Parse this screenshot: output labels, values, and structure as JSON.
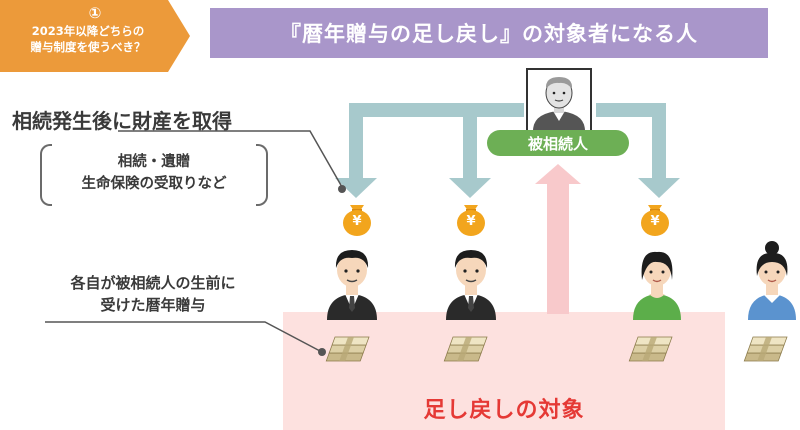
{
  "step": {
    "number": "①",
    "line1": "2023年以降どちらの",
    "line2": "贈与制度を使うべき？"
  },
  "title": "『暦年贈与の足し戻し』の対象者になる人",
  "acquisition": {
    "heading": "相続発生後に財産を取得",
    "detail_line1": "相続・遺贈",
    "detail_line2": "生命保険の受取りなど"
  },
  "gift_note": {
    "line1": "各自が被相続人の生前に",
    "line2": "受けた暦年贈与"
  },
  "decedent_label": "被相続人",
  "target_label": "足し戻しの対象",
  "money_bag_symbol": "¥",
  "colors": {
    "badge": "#ec9a3a",
    "banner": "#a996ca",
    "flow_arrow": "#a7c9cc",
    "pink_area": "#fde1df",
    "pink_arrow": "#f8c9cb",
    "target_text": "#e53935",
    "decedent_badge": "#6daf55",
    "money_bag": "#f2a51d"
  },
  "icons": [
    "elder-person-icon",
    "money-bag-icon",
    "man-suit-icon",
    "woman-green-icon",
    "woman-blue-icon",
    "cash-stack-icon"
  ]
}
